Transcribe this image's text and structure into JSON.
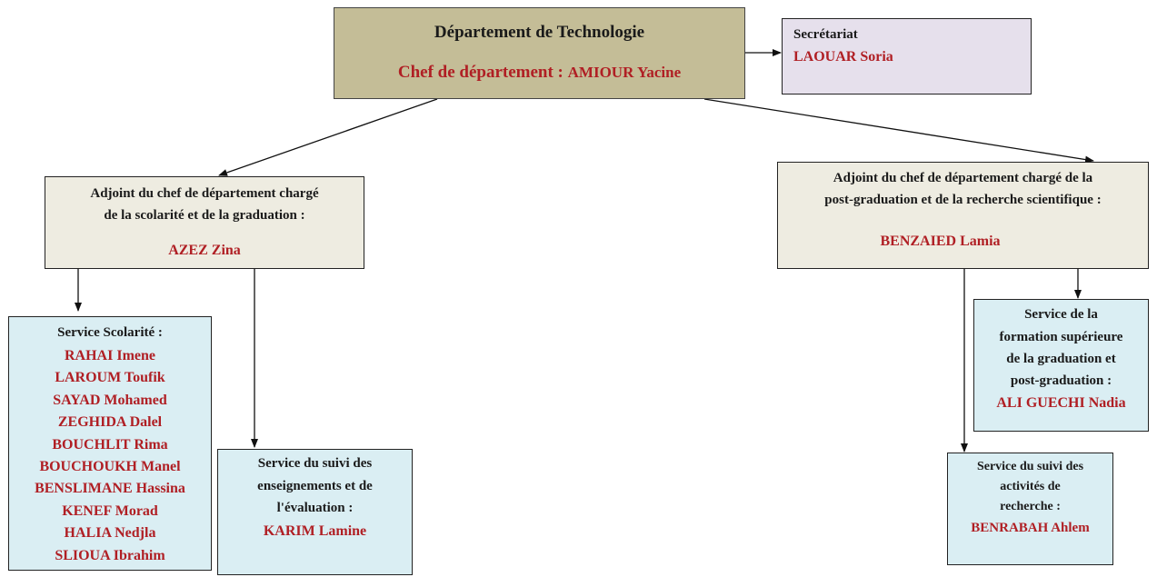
{
  "department": {
    "title": "Département de Technologie",
    "chief_label": "Chef de département : ",
    "chief_name": "AMIOUR  Yacine"
  },
  "secretariat": {
    "title": "Secrétariat",
    "name": "LAOUAR Soria"
  },
  "deputy_undergrad": {
    "title_line1": "Adjoint du chef de département chargé",
    "title_line2": "de la scolarité et de la graduation :",
    "name": "AZEZ Zina"
  },
  "deputy_postgrad": {
    "title_line1": "Adjoint du chef de département chargé de la",
    "title_line2": "post-graduation et de la recherche scientifique :",
    "name": "BENZAIED Lamia"
  },
  "service_scolarite": {
    "title": "Service Scolarité :",
    "members": [
      "RAHAI Imene",
      "LAROUM Toufik",
      "SAYAD Mohamed",
      "ZEGHIDA Dalel",
      "BOUCHLIT Rima",
      "BOUCHOUKH Manel",
      "BENSLIMANE Hassina",
      "KENEF Morad",
      "HALIA Nedjla",
      "SLIOUA Ibrahim"
    ]
  },
  "service_suivi_enseignements": {
    "title_line1": "Service du suivi des",
    "title_line2": "enseignements et de",
    "title_line3": "l'évaluation :",
    "name": "KARIM Lamine"
  },
  "service_formation_superieure": {
    "title_line1": "Service de la",
    "title_line2": "formation supérieure",
    "title_line3": "de la graduation et",
    "title_line4": "post-graduation :",
    "name": "ALI GUECHI Nadia"
  },
  "service_suivi_recherche": {
    "title_line1": "Service du suivi des",
    "title_line2": "activités de",
    "title_line3": "recherche :",
    "name": "BENRABAH Ahlem"
  }
}
